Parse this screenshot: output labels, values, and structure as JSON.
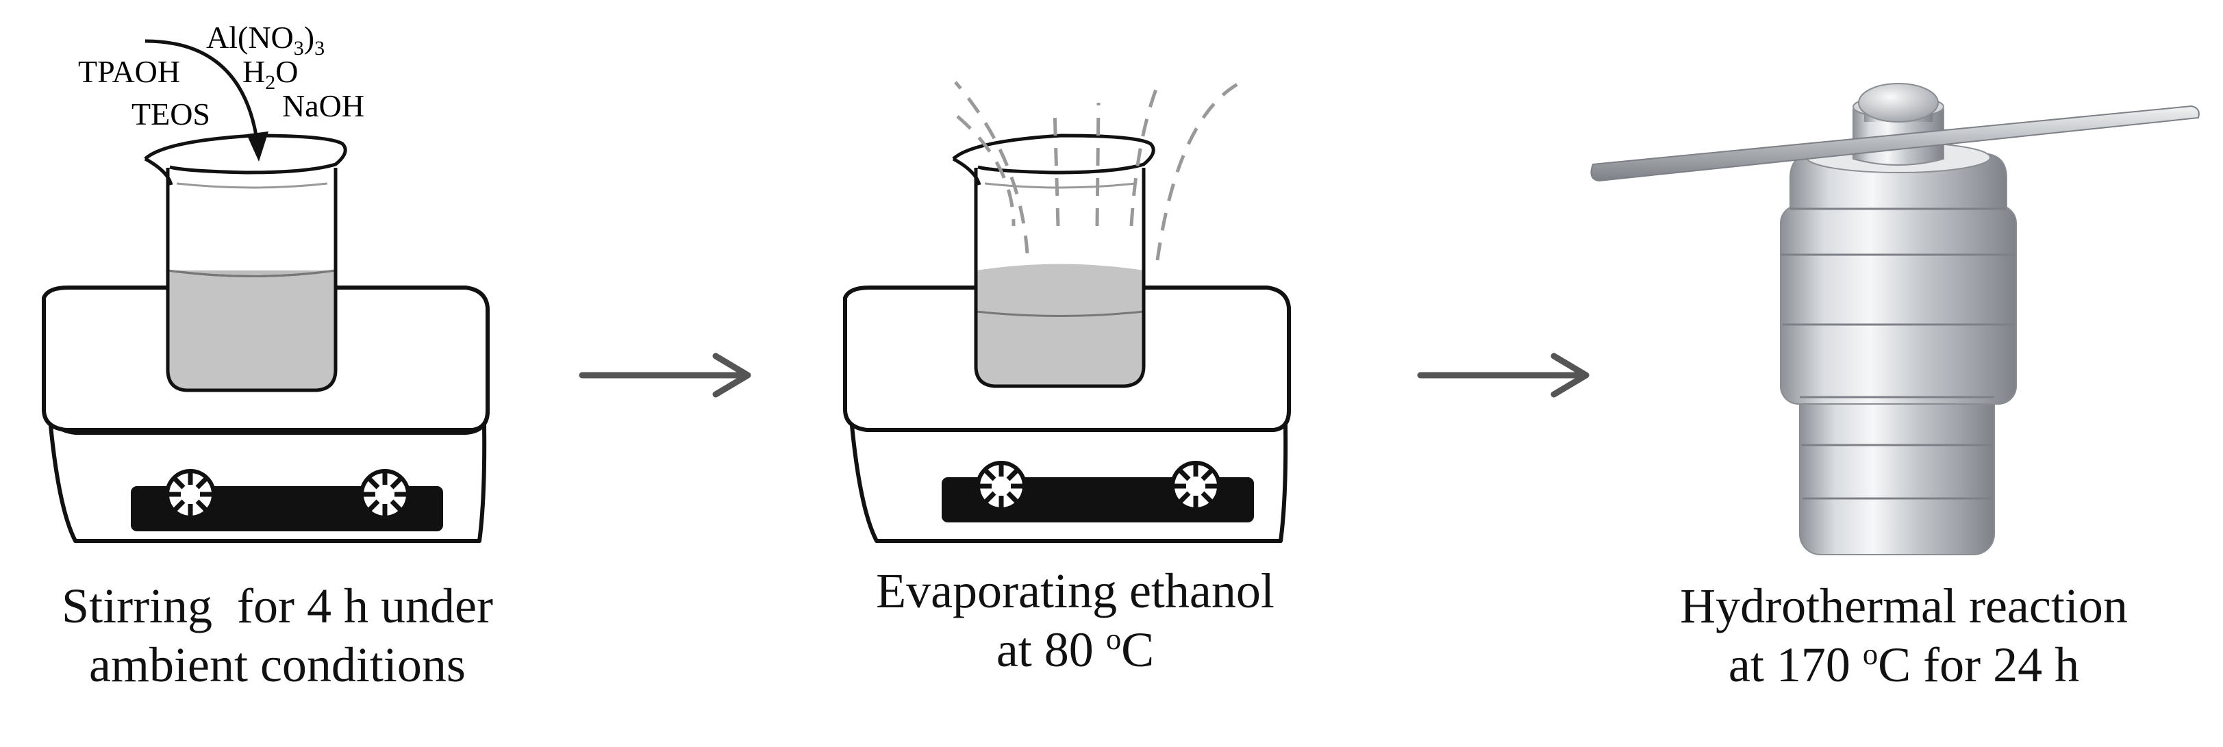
{
  "reagents": {
    "al_nitrate_main": "Al(NO",
    "al_nitrate_sub1": "3",
    "al_nitrate_close": ")",
    "al_nitrate_sub2": "3",
    "tpaoh": "TPAOH",
    "water_main": "H",
    "water_sub": "2",
    "water_tail": "O",
    "teos": "TEOS",
    "naoh": "NaOH"
  },
  "steps": [
    {
      "line1": "Stirring  for 4 h under",
      "line2": "ambient conditions"
    },
    {
      "line1": "Evaporating ethanol",
      "line2_pre": "at 80 ",
      "line2_sup": "o",
      "line2_post": "C"
    },
    {
      "line1": "Hydrothermal reaction",
      "line2_pre": "at 170 ",
      "line2_sup": "o",
      "line2_post": "C for 24 h"
    }
  ],
  "colors": {
    "arrow": "#555555",
    "liquid": "#c4c4c4",
    "steel": "#c9ccd0",
    "outline": "#111111",
    "panel": "#111111"
  }
}
